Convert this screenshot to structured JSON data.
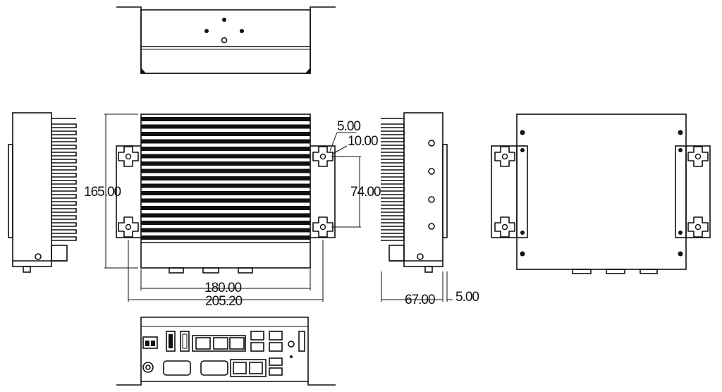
{
  "diagram": {
    "dimensions": {
      "height_total": "165.00",
      "hole_small": "5.00",
      "hole_large": "10.00",
      "hole_spacing_vertical": "74.00",
      "hole_spacing_horizontal": "180.00",
      "bracket_width": "205.20",
      "side_depth": "67.00",
      "side_offset": "5.00"
    }
  }
}
